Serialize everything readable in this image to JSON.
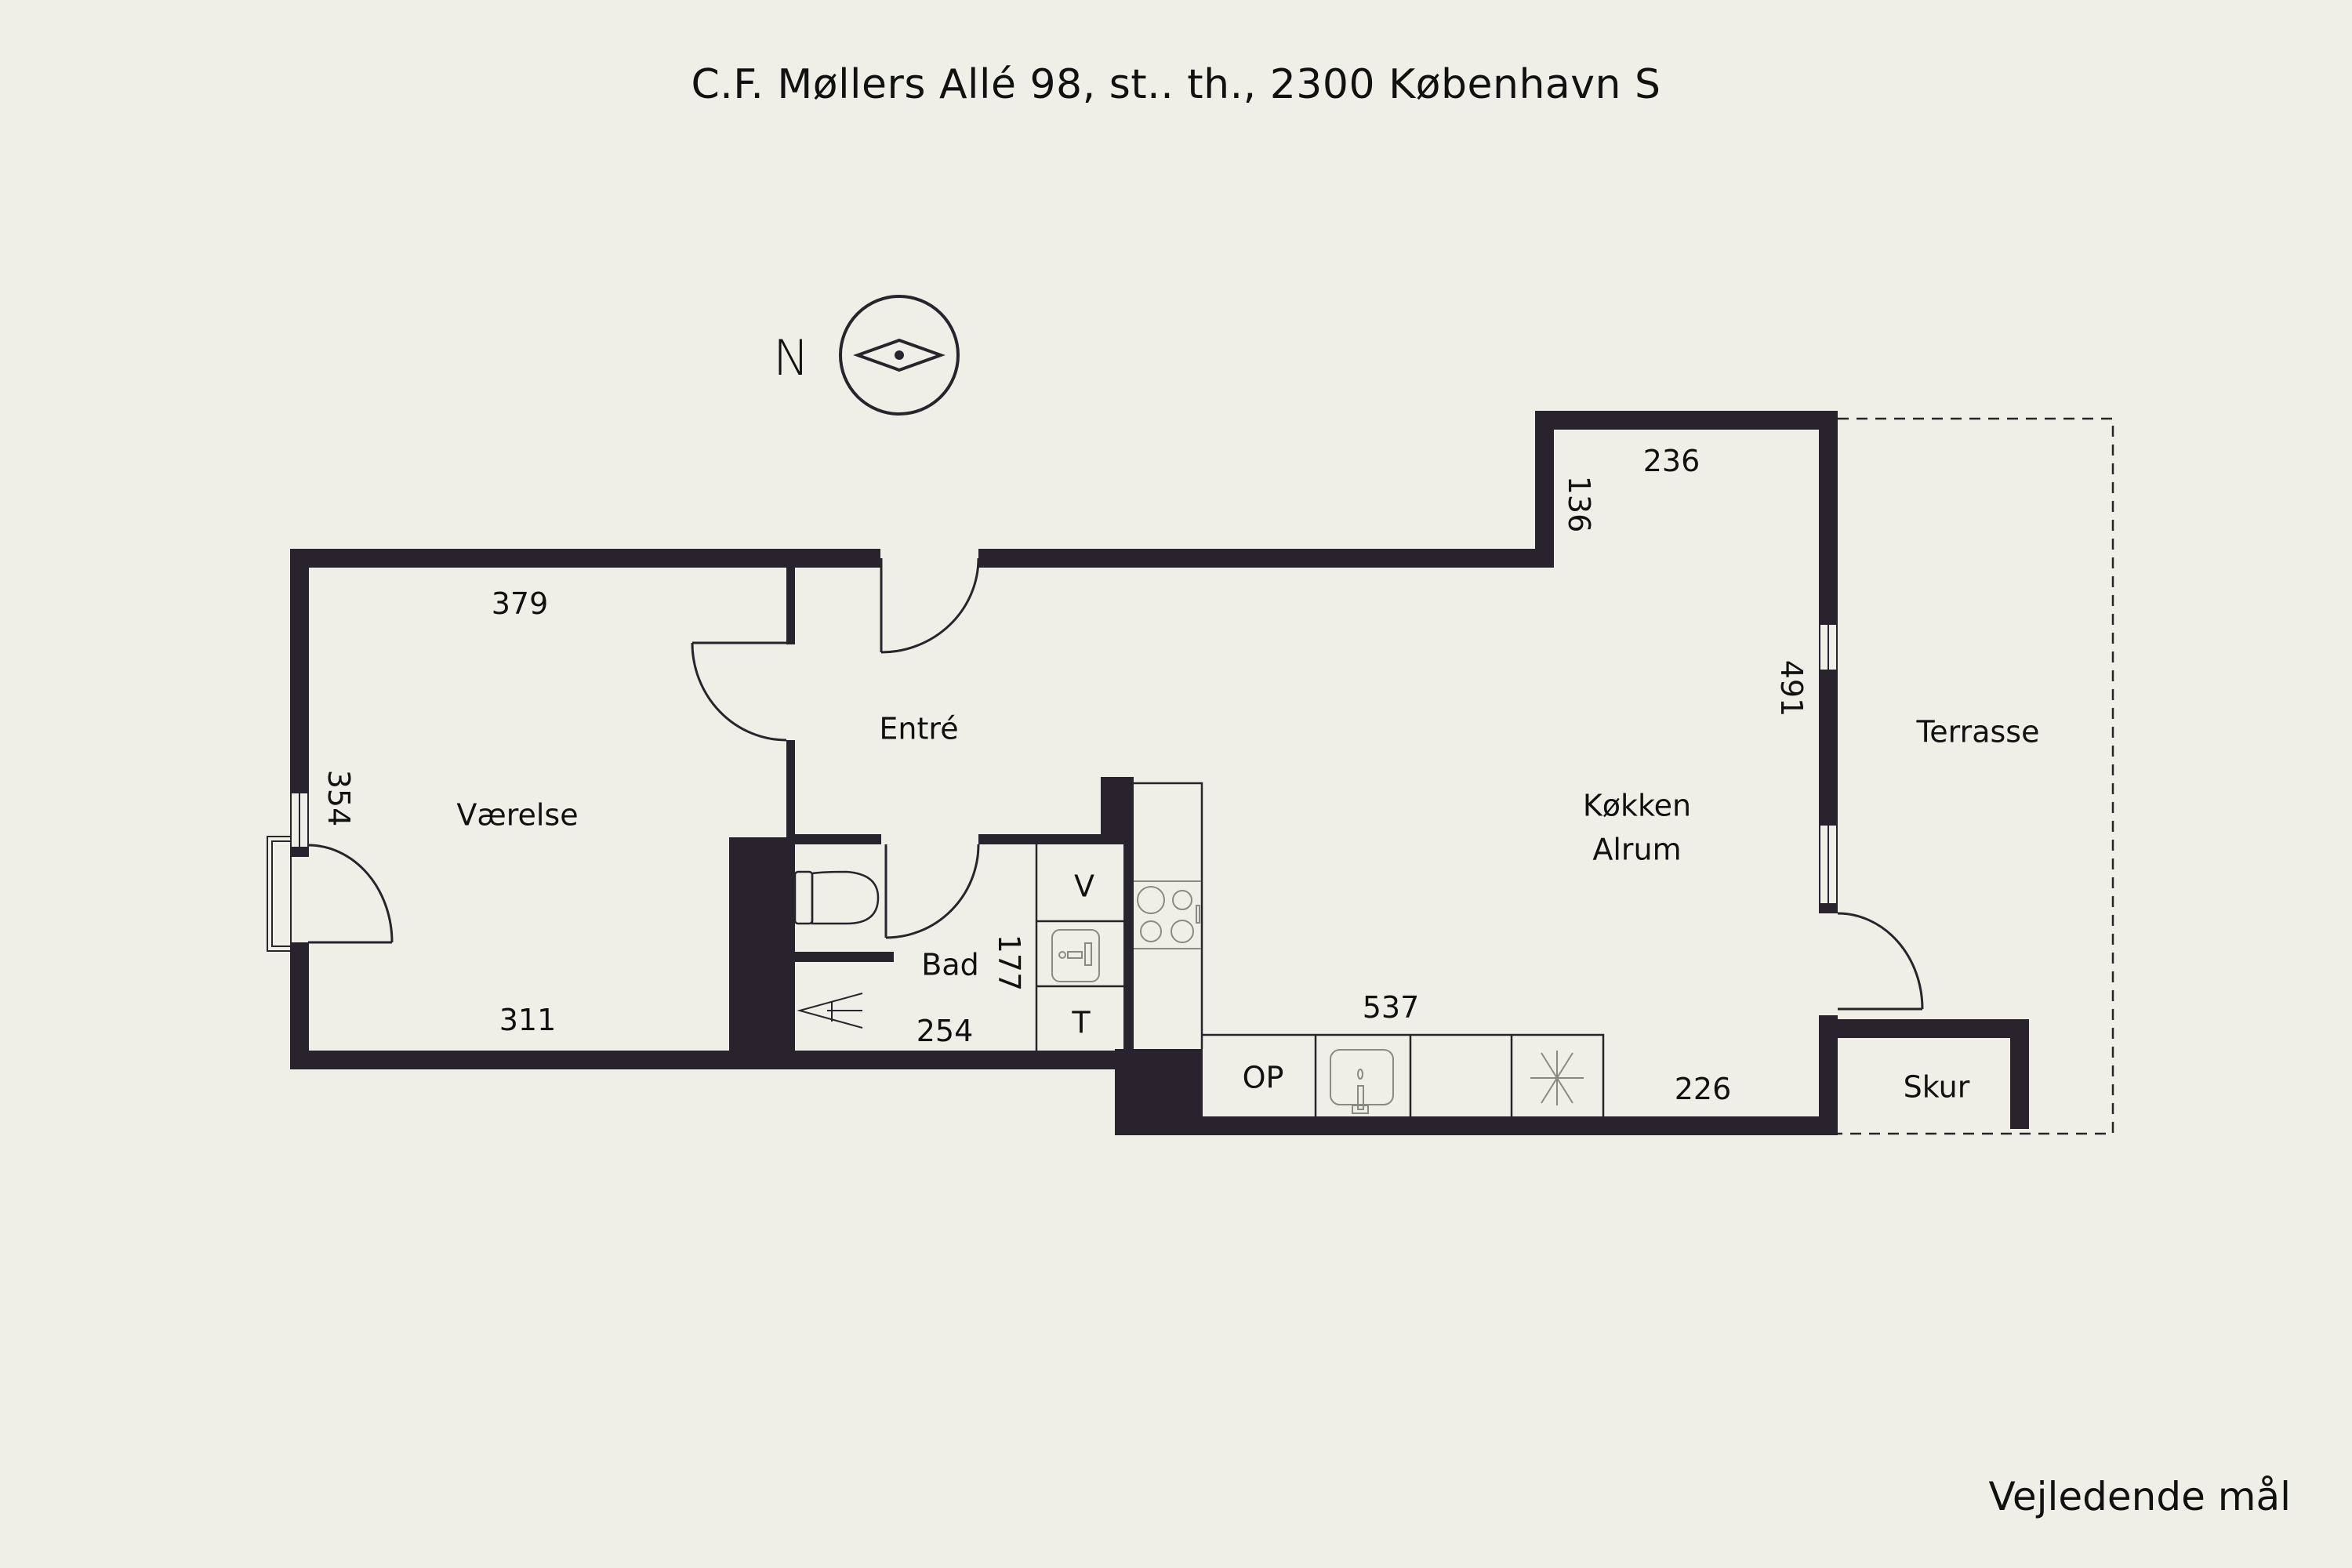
{
  "header": {
    "address": "C.F. Møllers Allé 98, st.. th., 2300 København S"
  },
  "footer": {
    "note": "Vejledende mål"
  },
  "compass": {
    "label": "N",
    "icon": "compass-north-icon"
  },
  "colors": {
    "background": "#f0efe7",
    "wall": "#28232d",
    "line": "#28232d",
    "fixture": "#8a8a85"
  },
  "rooms": [
    {
      "id": "vaerelse",
      "name": "Værelse"
    },
    {
      "id": "entre",
      "name": "Entré"
    },
    {
      "id": "bad",
      "name": "Bad"
    },
    {
      "id": "koekken",
      "name": "Køkken",
      "name2": "Alrum"
    },
    {
      "id": "terrasse",
      "name": "Terrasse"
    },
    {
      "id": "skur",
      "name": "Skur"
    }
  ],
  "dimensions": {
    "vaerelse_top": "379",
    "vaerelse_side": "354",
    "vaerelse_bottom": "311",
    "bad_side": "177",
    "bad_bottom": "254",
    "koekken_top": "236",
    "koekken_niche": "136",
    "koekken_side": "491",
    "koekken_counter": "537",
    "koekken_bottom": "226"
  },
  "fixtures": {
    "washer": "V",
    "dryer": "T",
    "dishwasher": "OP"
  }
}
